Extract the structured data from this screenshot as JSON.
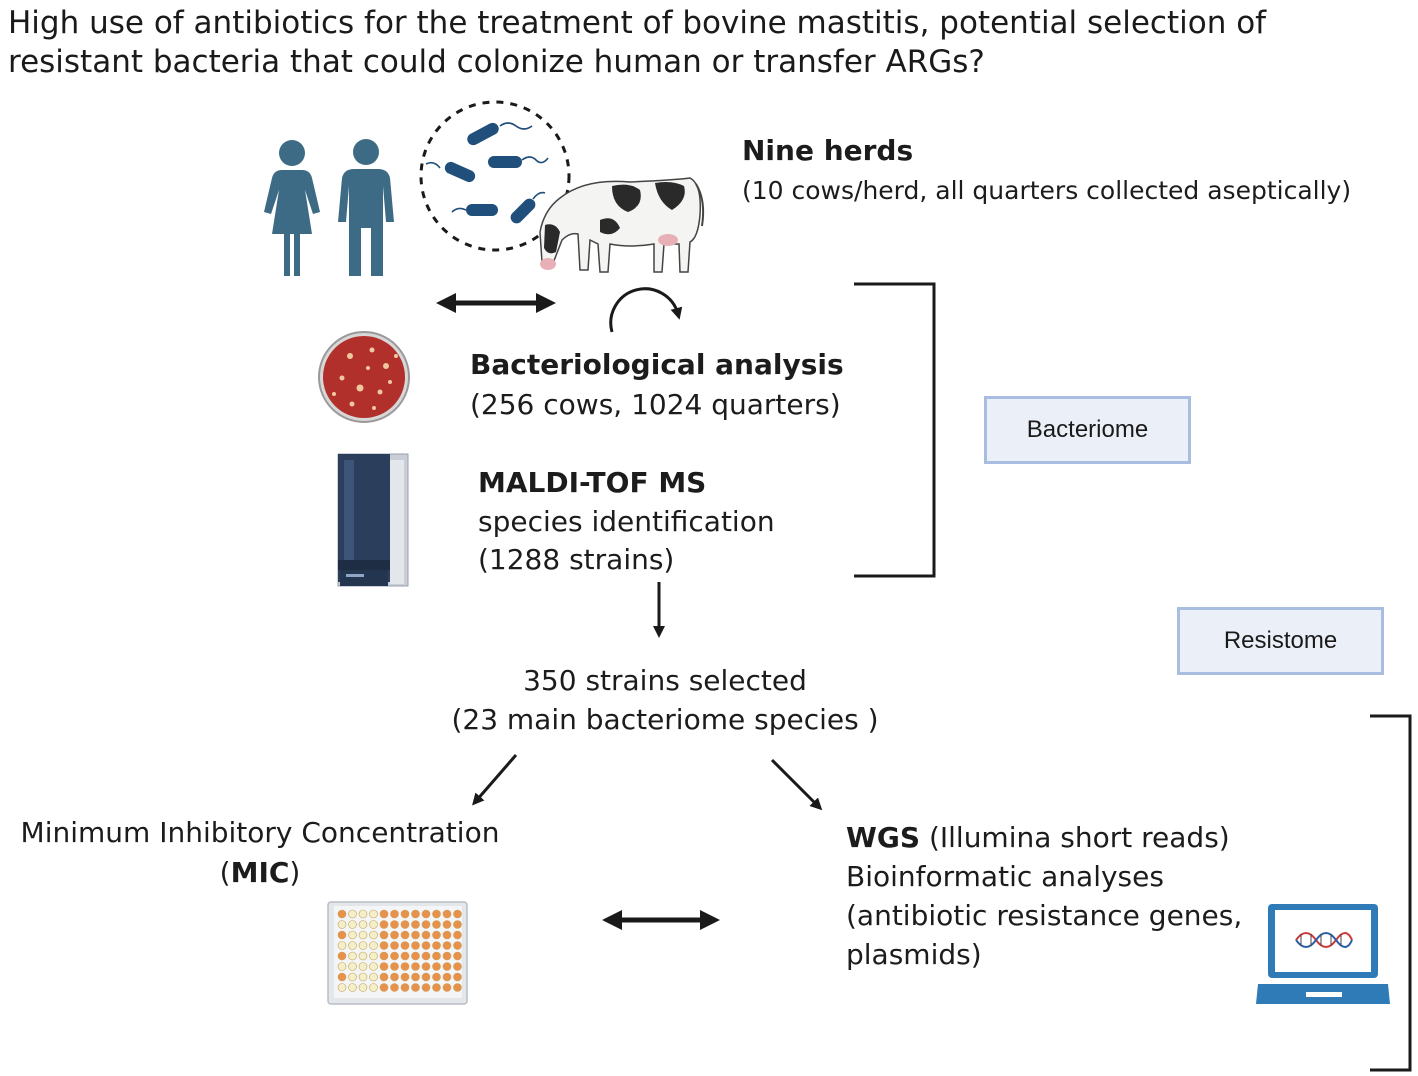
{
  "title": {
    "line1": "High use of antibiotics for the treatment of bovine mastitis, potential selection of",
    "line2": "resistant bacteria that could colonize human or transfer ARGs?"
  },
  "herds": {
    "heading": "Nine herds",
    "detail": "(10 cows/herd, all quarters collected aseptically)"
  },
  "bacteriological": {
    "heading": "Bacteriological analysis",
    "detail": "(256 cows, 1024 quarters)"
  },
  "maldi": {
    "heading": "MALDI-TOF MS",
    "line2": "species identification",
    "line3": "(1288 strains)"
  },
  "selection": {
    "line1": "350 strains selected",
    "line2": "(23 main bacteriome species )"
  },
  "mic": {
    "line1": "Minimum Inhibitory Concentration",
    "paren_open": "(",
    "abbr": "MIC",
    "paren_close": ")"
  },
  "wgs": {
    "abbr": "WGS",
    "line1_rest": " (Illumina short reads)",
    "line2": "Bioinformatic analyses",
    "line3": "(antibiotic resistance genes,",
    "line4": "plasmids)"
  },
  "boxes": {
    "bacteriome": "Bacteriome",
    "resistome": "Resistome"
  },
  "icons": [
    "woman-icon",
    "man-icon",
    "bacteria-circle-icon",
    "cow-icon",
    "petri-dish-icon",
    "maldi-tof-instrument-icon",
    "microplate-icon",
    "laptop-dna-icon",
    "cycle-arrow-icon"
  ],
  "colors": {
    "people": "#3d6b85",
    "bacteria": "#1f4f7a",
    "petri": "#b2302b",
    "instrument": "#2b3f5c",
    "plate_well_filled": "#e8914a",
    "plate_well_empty": "#f3efc9",
    "laptop": "#2f7bb8",
    "box_fill": "#ebeff8",
    "box_border": "#a9bde0"
  }
}
